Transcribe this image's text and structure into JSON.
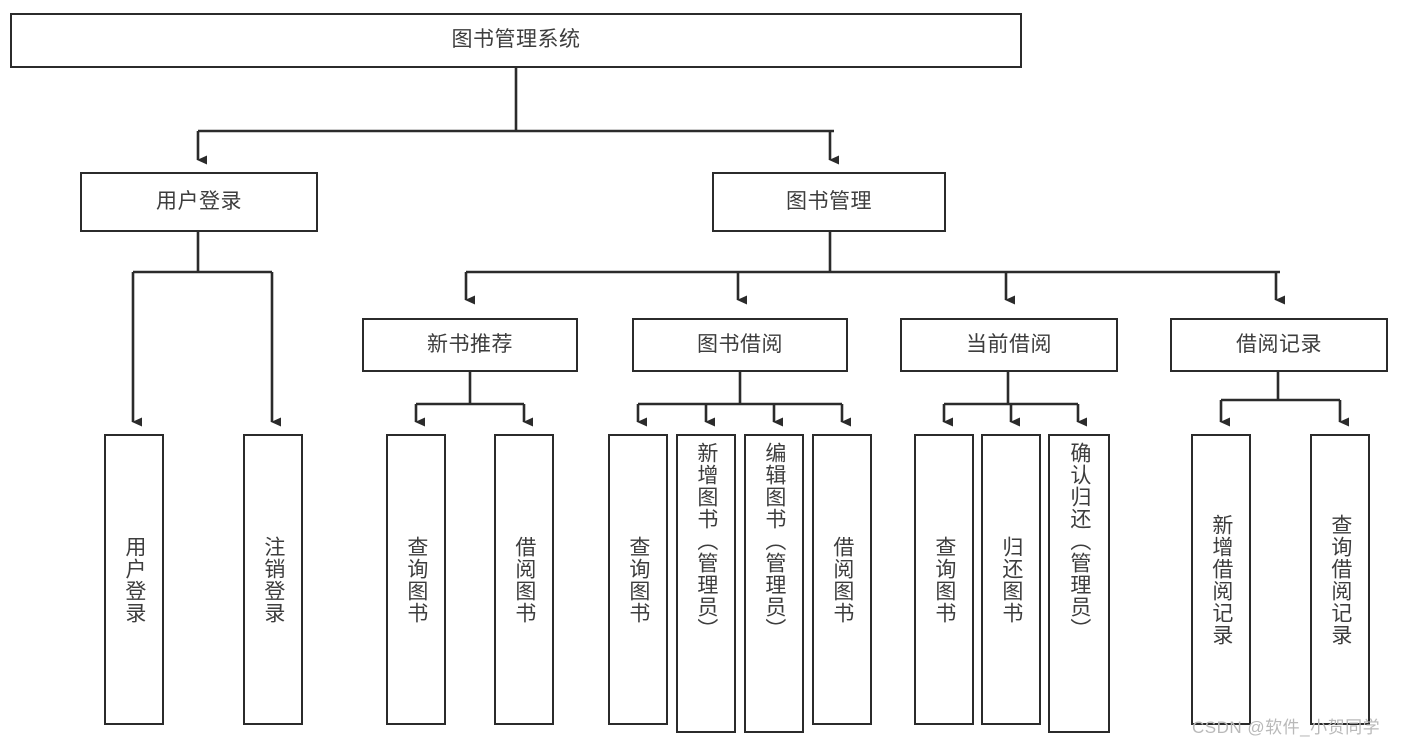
{
  "diagram": {
    "title": "图书管理系统",
    "type": "tree-hierarchy-chart",
    "watermark": "CSDN @软件_小贺同学",
    "root": {
      "label": "图书管理系统"
    },
    "level1": [
      {
        "label": "用户登录"
      },
      {
        "label": "图书管理"
      }
    ],
    "level2": [
      {
        "label": "新书推荐"
      },
      {
        "label": "图书借阅"
      },
      {
        "label": "当前借阅"
      },
      {
        "label": "借阅记录"
      }
    ],
    "leaves": {
      "user_login": [
        {
          "label": "用户登录"
        },
        {
          "label": "注销登录"
        }
      ],
      "new_book_recommend": [
        {
          "label": "查询图书"
        },
        {
          "label": "借阅图书"
        }
      ],
      "book_borrow": [
        {
          "label": "查询图书"
        },
        {
          "label": "新增图书（管理员）"
        },
        {
          "label": "编辑图书（管理员）"
        },
        {
          "label": "借阅图书"
        }
      ],
      "current_borrow": [
        {
          "label": "查询图书"
        },
        {
          "label": "归还图书"
        },
        {
          "label": "确认归还（管理员）"
        }
      ],
      "borrow_record": [
        {
          "label": "新增借阅记录"
        },
        {
          "label": "查询借阅记录"
        }
      ]
    },
    "colors": {
      "box_border": "#2b2b2b",
      "box_fill": "#ffffff",
      "text": "#3d3d3d",
      "connector": "#2b2b2b",
      "watermark": "#b9b9b9",
      "background": "#ffffff"
    }
  }
}
